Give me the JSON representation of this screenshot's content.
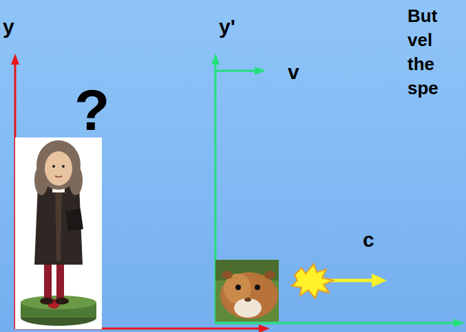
{
  "diagram": {
    "labels": [
      "y",
      "?",
      "y'",
      "v",
      "c",
      "But vel the spe"
    ]
  }
}
